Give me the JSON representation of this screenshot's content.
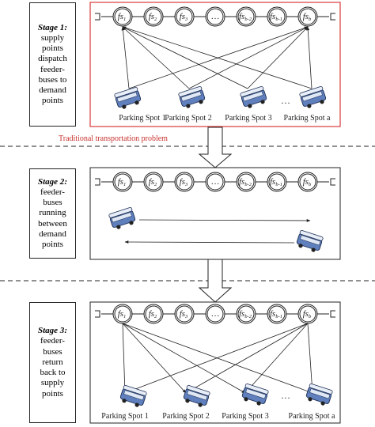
{
  "stages": [
    {
      "title": "Stage 1",
      "lines": [
        "supply",
        "points",
        "dispatch",
        "feeder-",
        "buses to",
        "demand",
        "points"
      ]
    },
    {
      "title": "Stage 2",
      "lines": [
        "feeder-",
        "buses",
        "running",
        "between",
        "demand",
        "points"
      ]
    },
    {
      "title": "Stage 3",
      "lines": [
        "feeder-",
        "buses",
        "return",
        "back to",
        "supply",
        "points"
      ]
    }
  ],
  "stop_labels": [
    "fs",
    "fs",
    "fs",
    "…",
    "fs",
    "fs",
    "fs"
  ],
  "stop_subscripts": [
    "1",
    "2",
    "3",
    "",
    "b-2",
    "b-1",
    "b"
  ],
  "parking_spots": [
    "Parking Spot 1",
    "Parking Spot 2",
    "Parking Spot 3",
    "Parking Spot a"
  ],
  "ellipsis": "…",
  "annotation": "Traditional transportation problem",
  "colors": {
    "highlight_frame": "#d9383a",
    "annotation": "#c8322f",
    "bus_body": "#5f7fbd",
    "stroke": "#222222"
  }
}
